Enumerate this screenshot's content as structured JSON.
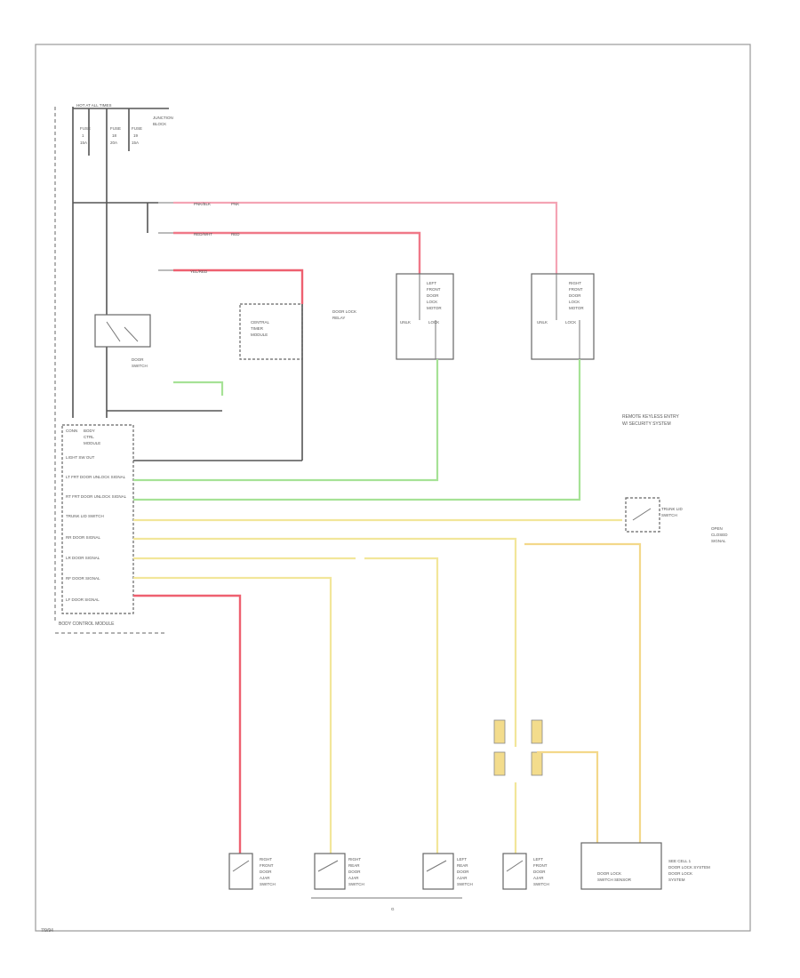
{
  "page_label": "7/9/94",
  "fuse_header": "HOT AT ALL TIMES",
  "fuse_box_label": [
    "JUNCTION",
    "BLOCK"
  ],
  "fuses": [
    {
      "name": "FUSE",
      "rating": "1",
      "amps": "15A"
    },
    {
      "name": "FUSE",
      "rating": "18",
      "amps": "20A"
    },
    {
      "name": "FUSE",
      "rating": "19",
      "amps": "15A"
    }
  ],
  "wire_labels": {
    "pink_top": [
      "PNK/BLK",
      "PNK"
    ],
    "red_mid": [
      "RED/WHT",
      "RED"
    ],
    "red_low": [
      "YEL/RED"
    ]
  },
  "center_module_label": [
    "CENTRAL",
    "TIMER",
    "MODULE"
  ],
  "door_lock_label": [
    "DOOR LOCK",
    "RELAY"
  ],
  "door_lock_pins": [
    "UNLK",
    "LOCK"
  ],
  "door_switch_label": [
    "DOOR",
    "SWITCH"
  ],
  "right_relay_label": [
    "LEFT",
    "FRONT",
    "DOOR",
    "LOCK",
    "MOTOR"
  ],
  "left_relay_label": [
    "RIGHT",
    "FRONT",
    "DOOR",
    "LOCK",
    "MOTOR"
  ],
  "note_text": [
    "REMOTE KEYLESS ENTRY",
    "W/ SECURITY SYSTEM"
  ],
  "module_rows": [
    "LIGHT SW OUT",
    "LT FRT DOOR UNLOCK SIGNAL",
    "RT FRT DOOR UNLOCK SIGNAL",
    "TRUNK LID SWITCH",
    "RR DOOR SIGNAL",
    "LR DOOR SIGNAL",
    "RF DOOR SIGNAL",
    "LF DOOR SIGNAL"
  ],
  "module_footer": "BODY CONTROL MODULE",
  "module_header": [
    "CONN",
    "BODY",
    "CTRL",
    "MODULE"
  ],
  "trunk_label": [
    "TRUNK LID",
    "SWITCH"
  ],
  "trunk_side": [
    "OPEN",
    "CLOSED",
    "SIGNAL"
  ],
  "bottom_switches": [
    [
      "RIGHT",
      "FRONT",
      "DOOR",
      "AJAR",
      "SWITCH"
    ],
    [
      "RIGHT",
      "REAR",
      "DOOR",
      "AJAR",
      "SWITCH"
    ],
    [
      "LEFT",
      "REAR",
      "DOOR",
      "AJAR",
      "SWITCH"
    ],
    [
      "LEFT",
      "FRONT",
      "DOOR",
      "AJAR",
      "SWITCH"
    ]
  ],
  "bottom_right_box": [
    "DOOR LOCK",
    "SWITCH SENSOR"
  ],
  "bottom_right_notes": [
    "SEE CELL 1",
    "DOOR LOCK SYSTEM",
    "DOOR LOCK",
    "SYSTEM"
  ],
  "ground_label": "G"
}
